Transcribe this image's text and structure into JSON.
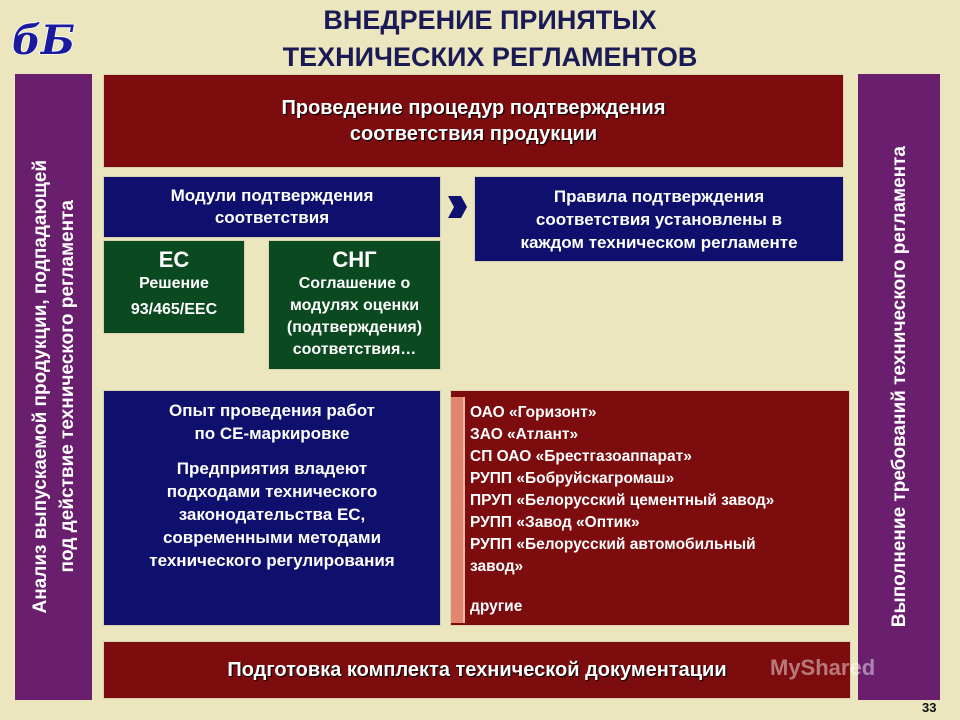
{
  "logo": {
    "text": "бБ"
  },
  "title": {
    "line1": "ВНЕДРЕНИЕ ПРИНЯТЫХ",
    "line2": "ТЕХНИЧЕСКИХ РЕГЛАМЕНТОВ"
  },
  "left_band": {
    "line1": "Анализ выпускаемой продукции, подпадающей",
    "line2": "под действие технического регламента"
  },
  "right_band": {
    "text": "Выполнение требований технического регламента"
  },
  "top_box": {
    "line1": "Проведение процедур подтверждения",
    "line2": "соответствия продукции"
  },
  "modules_box": {
    "line1": "Модули подтверждения",
    "line2": "соответствия"
  },
  "rules_box": {
    "line1": "Правила подтверждения",
    "line2": "соответствия установлены в",
    "line3": "каждом техническом регламенте"
  },
  "eu_box": {
    "title": "ЕС",
    "line1": "Решение",
    "line2": "93/465/ЕЕС"
  },
  "cis_box": {
    "title": "СНГ",
    "line1": "Соглашение о",
    "line2": "модулях оценки",
    "line3": "(подтверждения)",
    "line4": "соответствия…"
  },
  "experience_box": {
    "line1": "Опыт проведения работ",
    "line2": "по СЕ-маркировке",
    "line3": "Предприятия владеют",
    "line4": "подходами технического",
    "line5": "законодательства ЕС,",
    "line6": "современными методами",
    "line7": "технического регулирования"
  },
  "enterprises": {
    "items": [
      "ОАО «Горизонт»",
      "ЗАО «Атлант»",
      "СП ОАО «Брестгазоаппарат»",
      "РУПП «Бобруйскагромаш»",
      "ПРУП «Белорусский цементный завод»",
      "РУПП «Завод «Оптик»",
      "РУПП «Белорусский автомобильный",
      "завод»"
    ],
    "other": "другие"
  },
  "bottom_box": {
    "text": "Подготовка комплекта технической документации"
  },
  "watermark": {
    "text": "MyShared"
  },
  "page_number": "33",
  "colors": {
    "maroon": "#7c0c0e",
    "navy": "#0f0f6e",
    "green": "#0b4a20",
    "purple": "#6a1e6e",
    "background": "#ece6bf"
  }
}
